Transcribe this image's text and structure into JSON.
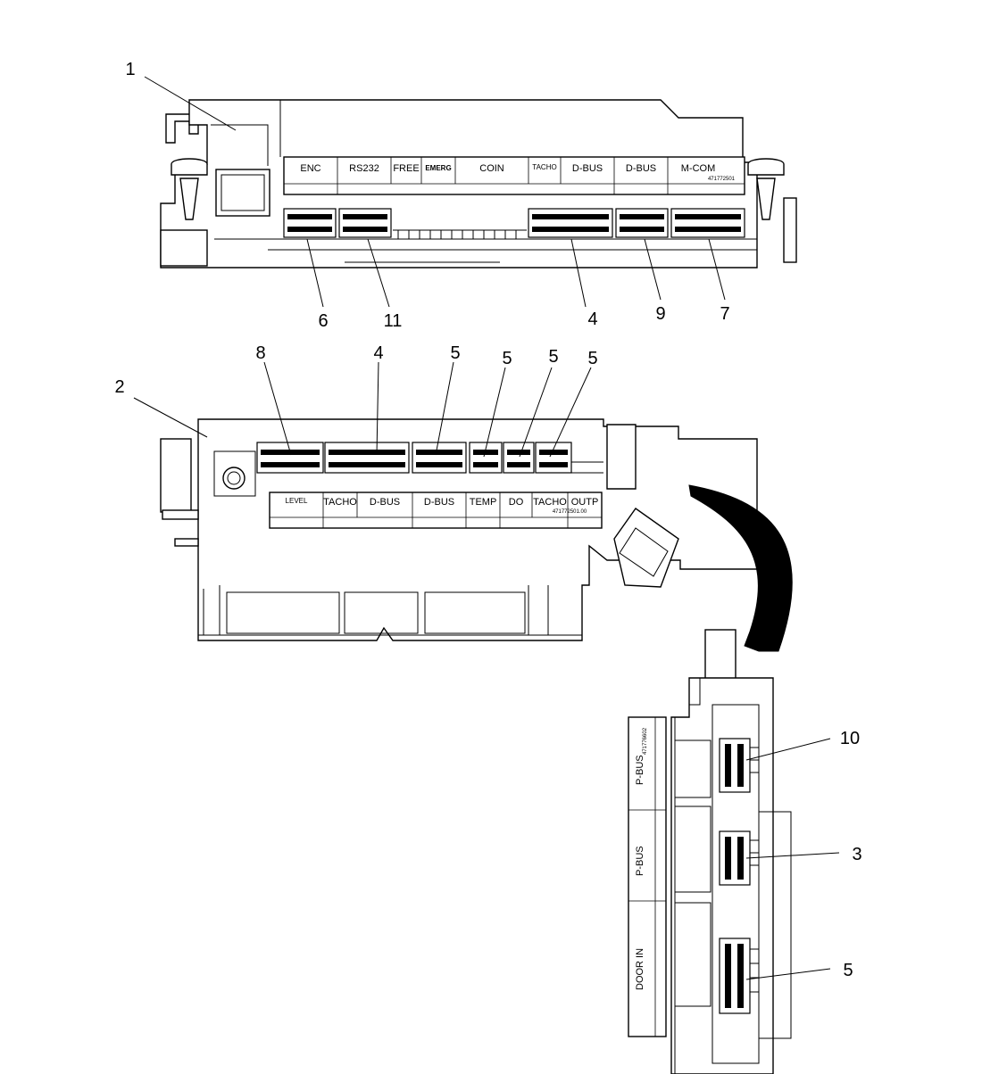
{
  "callouts": {
    "c1": "1",
    "c2": "2",
    "c3": "3",
    "c4a": "4",
    "c4b": "4",
    "c5a": "5",
    "c5b": "5",
    "c5c": "5",
    "c5d": "5",
    "c5e": "5",
    "c6": "6",
    "c7": "7",
    "c8": "8",
    "c9": "9",
    "c10": "10",
    "c11": "11"
  },
  "unit1_labels": {
    "enc": "ENC",
    "rs232": "RS232",
    "free": "FREE",
    "emerg": "EMERG",
    "coin": "COIN",
    "tacho": "TACHO",
    "dbus1": "D-BUS",
    "dbus2": "D-BUS",
    "mcom": "M-COM",
    "part_no": "471772501"
  },
  "unit2_labels": {
    "level": "LEVEL",
    "tacho1": "TACHO",
    "dbus1": "D-BUS",
    "dbus2": "D-BUS",
    "temp": "TEMP",
    "do": "DO",
    "tacho2": "TACHO",
    "outp": "OUTP",
    "part_no": "471772501.00"
  },
  "unit3_labels": {
    "pbus1": "P-BUS",
    "part_no": "471776602",
    "pbus2": "P-BUS",
    "door": "DOOR IN"
  }
}
